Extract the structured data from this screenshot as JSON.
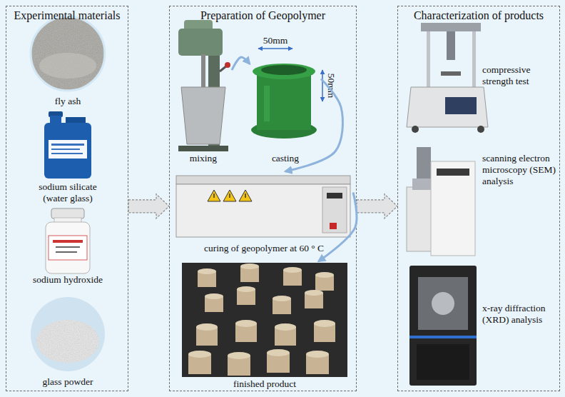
{
  "diagram": {
    "nodes": [
      {
        "text": [
          "Experimental materials"
        ]
      },
      {
        "text": [
          "fly ash"
        ],
        "in": 0
      },
      {
        "text": [
          "sodium silicate (water glass)"
        ],
        "in": 0
      },
      {
        "text": [
          "sodium hydroxide"
        ],
        "in": 0
      },
      {
        "text": [
          "glass powder"
        ],
        "in": 0
      },
      {
        "text": [
          "Preparation of Geopolymer"
        ]
      },
      {
        "text": [
          "mixing"
        ],
        "in": 5
      },
      {
        "text": [
          "casting"
        ],
        "in": 5
      },
      {
        "text": [
          "curing of geopolymer at 60 ° C"
        ],
        "in": 5
      },
      {
        "text": [
          "finished product"
        ],
        "in": 5
      },
      {
        "text": [
          "Characterization of products"
        ]
      },
      {
        "text": [
          "compressive strength test"
        ],
        "in": 10
      },
      {
        "text": [
          "scanning electron microscopy (SEM) analysis"
        ],
        "in": 10
      },
      {
        "text": [
          "x-ray diffraction (XRD) analysis"
        ],
        "in": 10
      }
    ],
    "edges": [
      {
        "from": 0,
        "to": 5,
        "arrow": "to"
      },
      {
        "from": 5,
        "to": 10,
        "arrow": "to"
      },
      {
        "from": 6,
        "to": 7,
        "arrow": "to"
      },
      {
        "from": 7,
        "to": 8,
        "arrow": "to"
      },
      {
        "from": 8,
        "to": 9,
        "arrow": "to"
      }
    ],
    "labels": [
      "50mm",
      "50mm"
    ]
  }
}
